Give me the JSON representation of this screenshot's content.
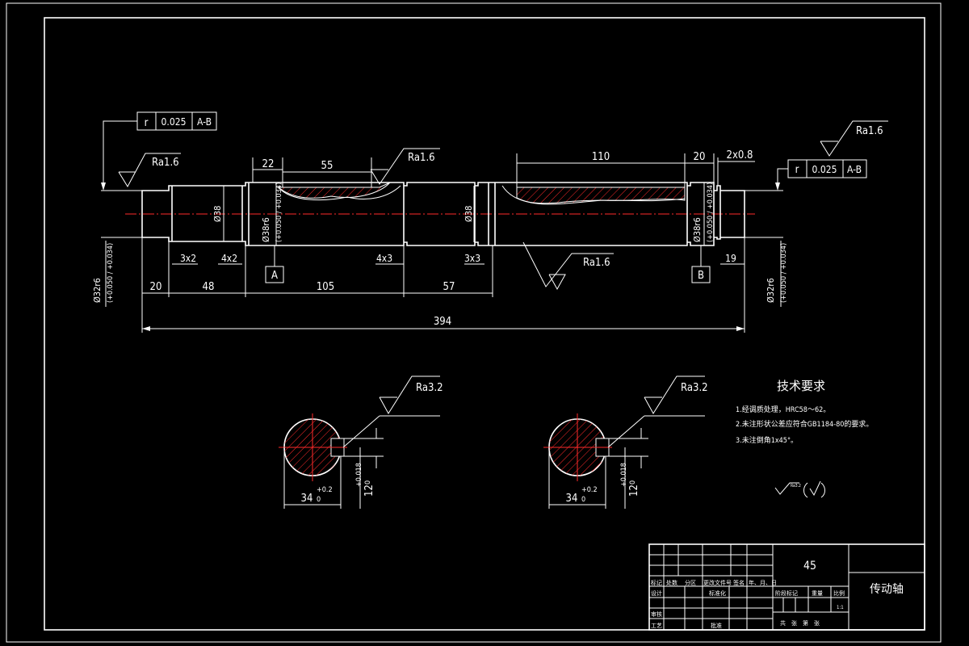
{
  "shaft": {
    "top_fcf": {
      "symbol": "r",
      "tolerance": "0.025",
      "datum": "A-B"
    },
    "right_fcf": {
      "symbol": "r",
      "tolerance": "0.025",
      "datum": "A-B"
    },
    "roughness": {
      "left": "Ra1.6",
      "key_left": "Ra1.6",
      "top_right": "Ra1.6",
      "bottom": "Ra1.6"
    },
    "dims": {
      "d22": "22",
      "d55": "55",
      "d110": "110",
      "d20_top": "20",
      "chamfer": "2x0.8",
      "d20": "20",
      "d48": "48",
      "d105": "105",
      "d57": "57",
      "d19": "19",
      "d394": "394",
      "g3x2": "3x2",
      "g4x2": "4x2",
      "g4x3": "4x3",
      "g3x3": "3x3"
    },
    "diameters": {
      "left_end": "Ø32r6",
      "left_end_tol": "(+0.050 / +0.034)",
      "phi38_a": "Ø38",
      "bearing_a": "Ø38r6",
      "bearing_a_tol": "(+0.050 / +0.034)",
      "phi38_b": "Ø38",
      "bearing_b": "Ø38r6",
      "bearing_b_tol": "(+0.050 / +0.034)",
      "right_end": "Ø32r6",
      "right_end_tol": "(+0.050 / +0.034)"
    },
    "datums": {
      "a": "A",
      "b": "B"
    }
  },
  "sections": [
    {
      "roughness": "Ra3.2",
      "width": "34",
      "width_tol_upper": "+0.2",
      "width_tol_lower": "0",
      "depth": "12",
      "depth_tol_upper": "+0.018",
      "depth_tol_lower": "0"
    },
    {
      "roughness": "Ra3.2",
      "width": "34",
      "width_tol_upper": "+0.2",
      "width_tol_lower": "0",
      "depth": "12",
      "depth_tol_upper": "+0.018",
      "depth_tol_lower": "0"
    }
  ],
  "requirements": {
    "title": "技术要求",
    "items": [
      "1.经调质处理，HRC58～62。",
      "2.未注形状公差应符合GB1184-80的要求。",
      "3.未注倒角1x45°。"
    ],
    "roughness_note": "Ra3.2"
  },
  "title_block": {
    "material": "45",
    "part_name": "传动轴",
    "revision_headers": [
      "标记",
      "处数",
      "分区",
      "更改文件号",
      "签名",
      "年、月、日"
    ],
    "design_label": "设计",
    "standardize_label": "标准化",
    "review_label": "审核",
    "process_label": "工艺",
    "approve_label": "批准",
    "stage_label": "阶段标记",
    "weight_label": "重量",
    "scale_label": "比例",
    "scale_value": "1:1",
    "sheets_label": "共　张　第　张"
  }
}
